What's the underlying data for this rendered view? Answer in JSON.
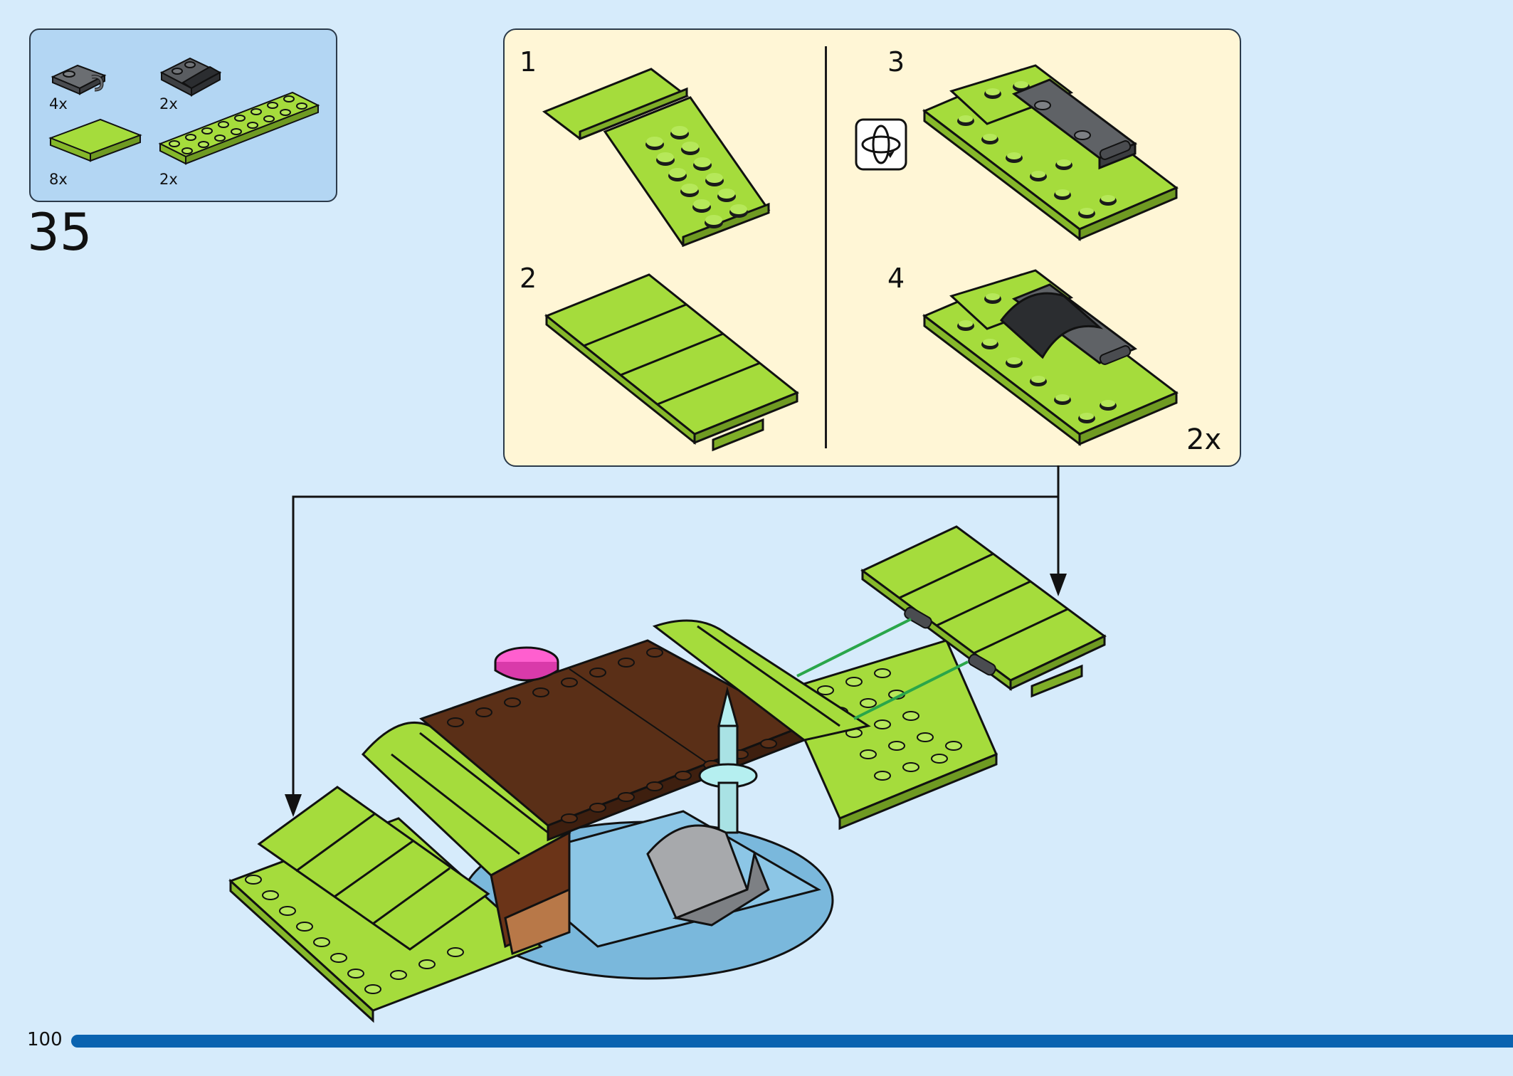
{
  "parts_list": [
    {
      "qty": "4x",
      "icon": "dark-gray-plate-with-clip-icon",
      "color": "#5f6266"
    },
    {
      "qty": "2x",
      "icon": "dark-gray-curved-slope-icon",
      "color": "#4a4c50"
    },
    {
      "qty": "8x",
      "icon": "lime-tile-icon",
      "color": "#a5dc3c"
    },
    {
      "qty": "2x",
      "icon": "lime-plate-2x8-icon",
      "color": "#a5dc3c"
    }
  ],
  "step": {
    "number": "35"
  },
  "substeps": [
    {
      "number": "1"
    },
    {
      "number": "2"
    },
    {
      "number": "3"
    },
    {
      "number": "4"
    }
  ],
  "rotate_icon": "rotate-model-icon",
  "multiplier": "2x",
  "page": {
    "number": "100"
  },
  "colors": {
    "lime": "#a5dc3c",
    "dark_gray": "#54575b",
    "brown": "#5a2f17",
    "light_blue": "#7ab8dc",
    "pink": "#ff5fcf",
    "background": "#d6ebfb",
    "page_bar": "#0a63b0"
  }
}
